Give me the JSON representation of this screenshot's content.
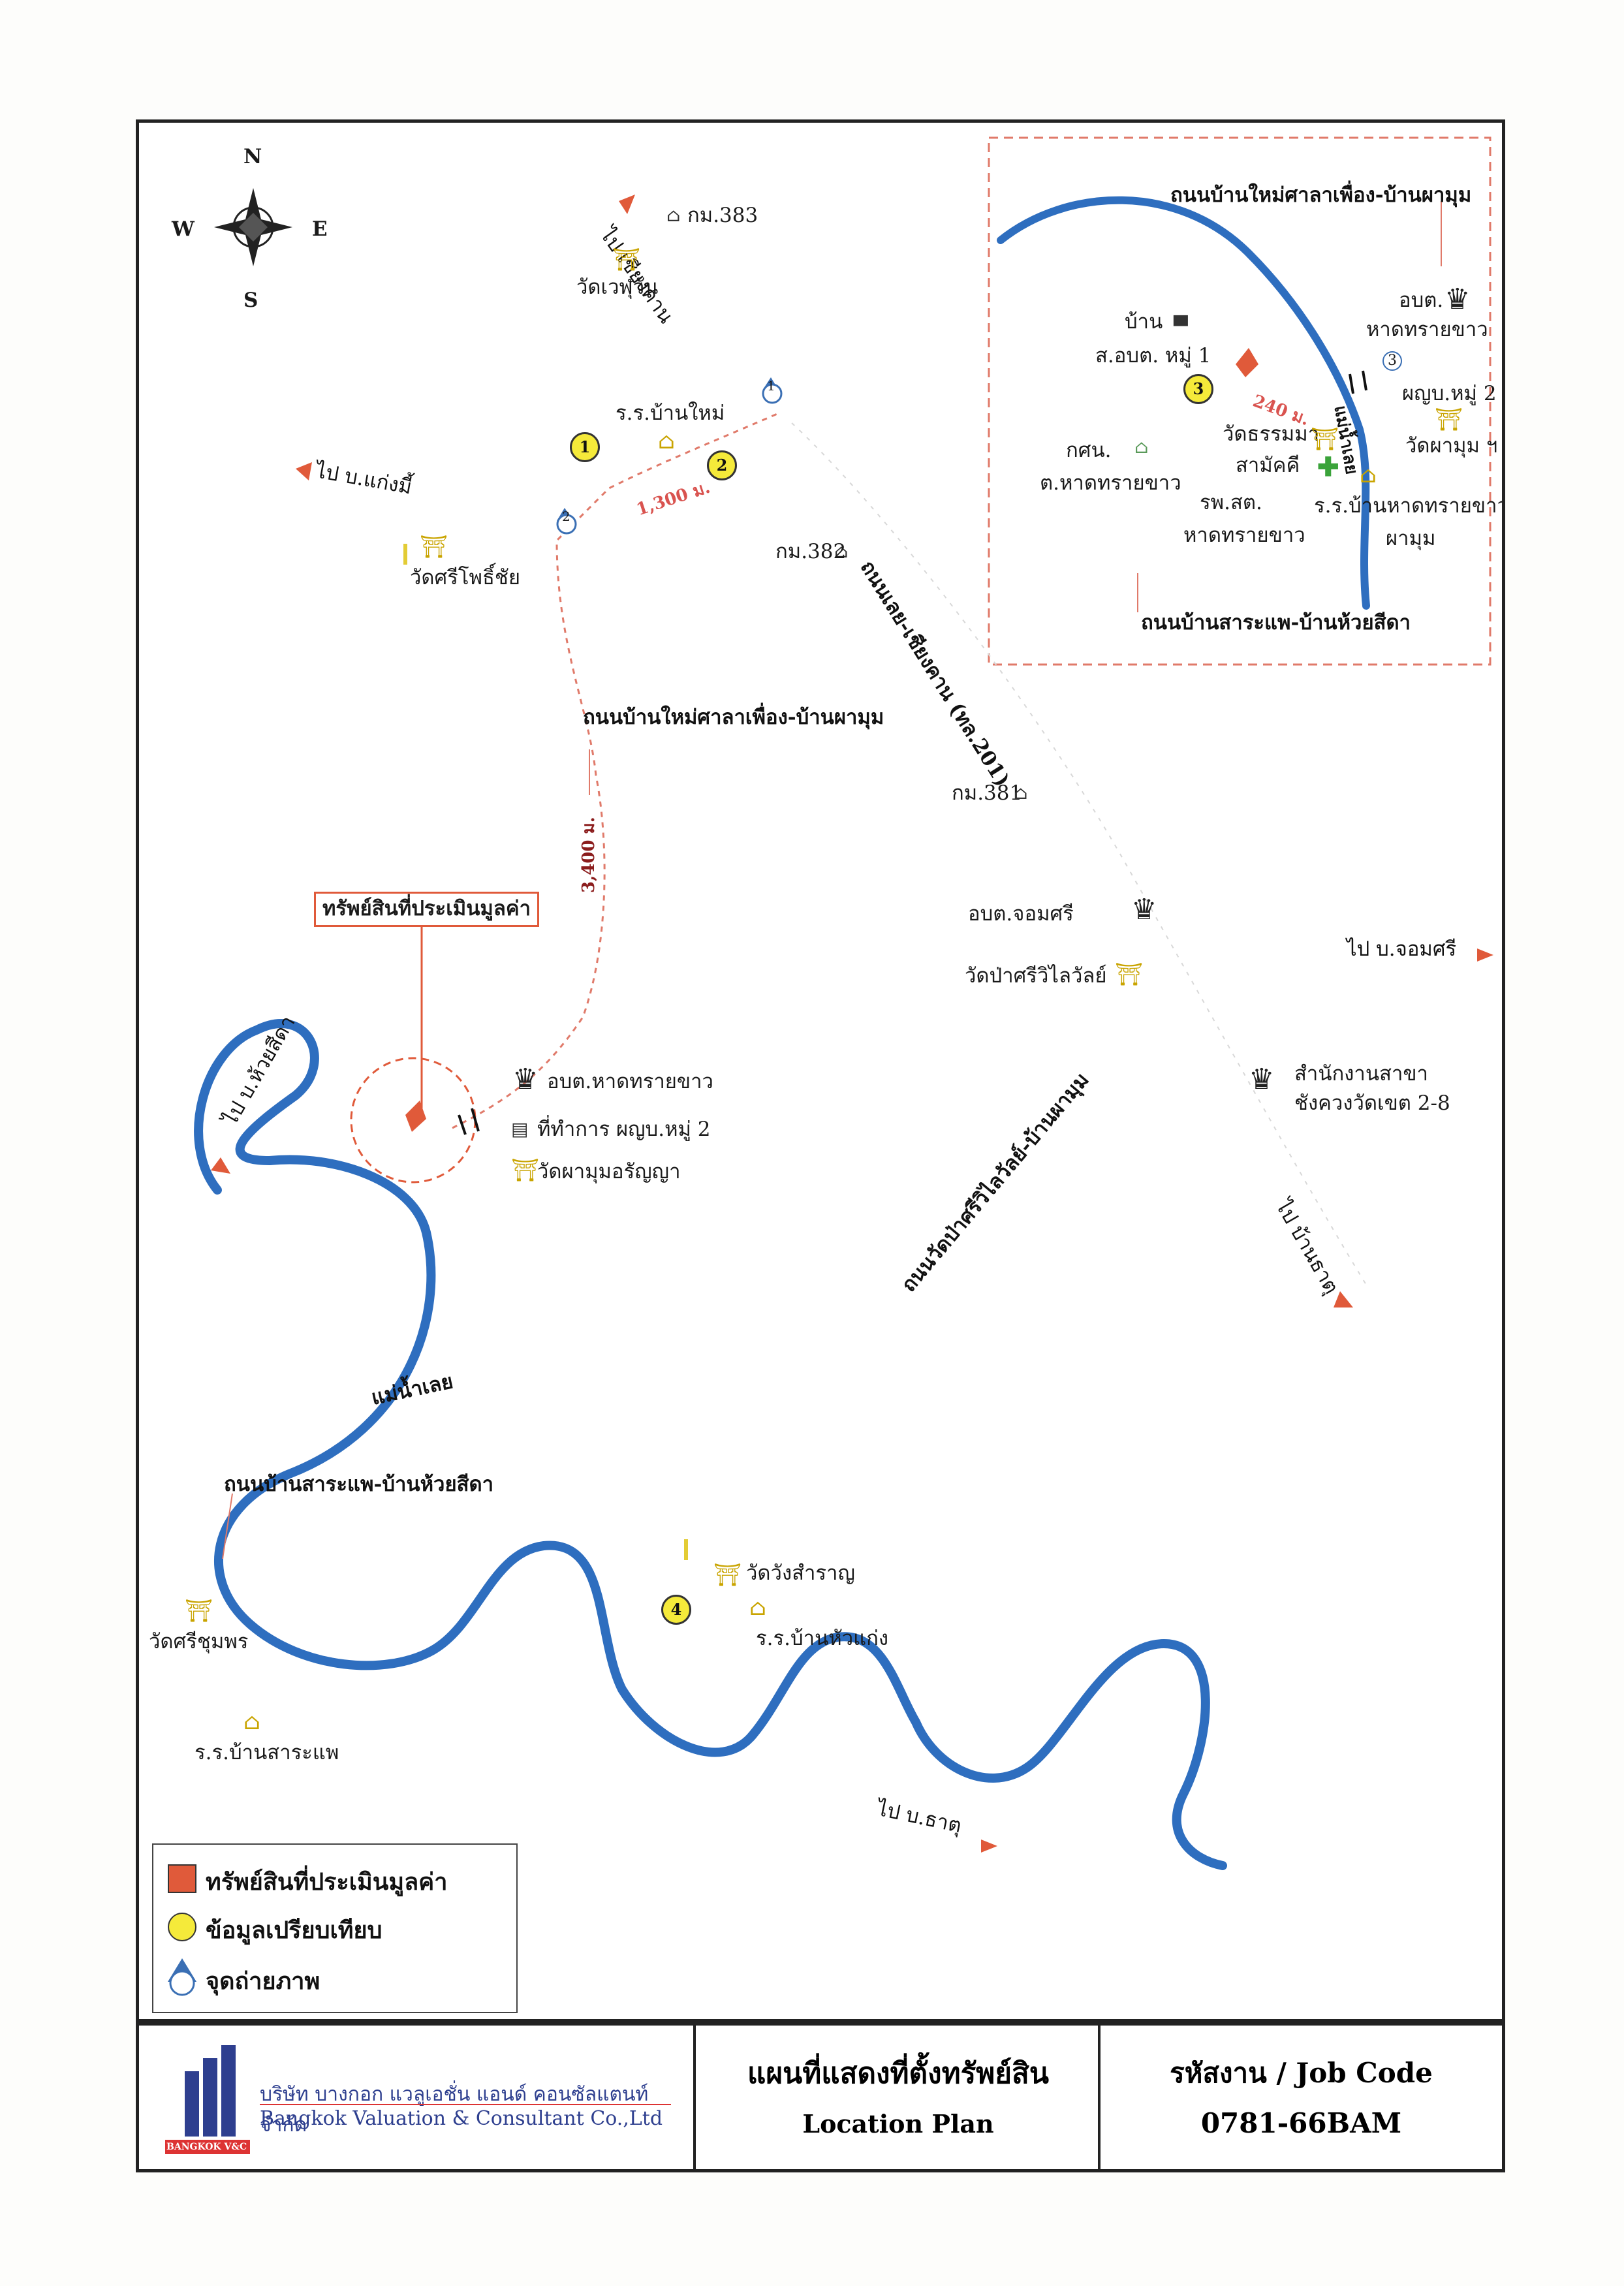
{
  "compass": {
    "n": "N",
    "s": "S",
    "e": "E",
    "w": "W"
  },
  "colors": {
    "river": "#2e6ebf",
    "subject": "#e05a3a",
    "comparable": "#f5ea3a",
    "road_dash": "#e07a6a",
    "photo": "#3a6fb4"
  },
  "map_labels": {
    "km383": "กม.383",
    "km382": "กม.382",
    "km381": "กม.381",
    "to_chiangkhan": "ไป เชียงคาน",
    "wat_waehuwan": "วัดเวฬุวัน",
    "school_banmai": "ร.ร.บ้านใหม่",
    "to_bankaengmi": "ไป บ.แก่งมี้",
    "wat_sriphothichai": "วัดศรีโพธิ์ชัย",
    "road_banmai_phamum": "ถนนบ้านใหม่ศาลาเพื่อง-บ้านผามุม",
    "road_loei_chiangkhan": "ถนนเลย-เชียงคาน (ทล.201)",
    "subject_callout": "ทรัพย์สินที่ประเมินมูลค่า",
    "obt_jomsri": "อบต.จอมศรี",
    "wat_pasriwilai": "วัดป่าศรีวิไลวัลย์",
    "to_jomsri": "ไป บ.จอมศรี",
    "obt_hatsaikhao": "อบต.หาดทรายขาว",
    "office_village2": "ที่ทำการ ผญบ.หมู่ 2",
    "wat_phamum_aranya": "วัดผามุมอรัญญา",
    "to_huaisida": "ไป บ.ห้วยสีดา",
    "branch_office_1": "สำนักงานสาขา",
    "branch_office_2": "ชังควงวัดเขต 2-8",
    "road_wat_pasri_phamum": "ถนนวัดป่าศรีวิไลวัลย์-บ้านผามุม",
    "to_bantat": "ไป บ้านธาตุ",
    "river_loei": "แม่น้ำเลย",
    "road_sarapae_huaisida": "ถนนบ้านสาระแพ-บ้านห้วยสีดา",
    "wat_srichumphon": "วัดศรีชุมพร",
    "wat_wangsamran": "วัดวังสำราญ",
    "school_banhuakaeng": "ร.ร.บ้านหัวแก่ง",
    "school_sarapae": "ร.ร.บ้านสาระแพ",
    "to_bantat_short": "ไป บ.ธาตุ",
    "dist_1300": "1,300 ม.",
    "dist_3400": "3,400 ม.",
    "pt1": "1",
    "pt2": "2",
    "pt4": "4",
    "ph1": "1",
    "ph2": "2"
  },
  "inset": {
    "road_top": "ถนนบ้านใหม่ศาลาเพื่อง-บ้านผามุม",
    "obt": "อบต.",
    "hatsaikhao": "หาดทรายขาว",
    "house_line1": "บ้าน",
    "house_line2": "ส.อบต. หมู่ 1",
    "village_head": "ผญบ.หมู่ 2",
    "wat_phamum": "วัดผามุม ฯ",
    "dist_240": "240 ม.",
    "wat_thammasamakkhi_1": "วัดธรรมมา",
    "wat_thammasamakkhi_2": "สามัคคี",
    "ksn_1": "กศน.",
    "ksn_2": "ต.หาดทรายขาว",
    "hosp_1": "รพ.สต.",
    "hosp_2": "หาดทรายขาว",
    "school_1": "ร.ร.บ้านหาดทรายขาว",
    "school_2": "ผามุม",
    "road_bottom": "ถนนบ้านสาระแพ-บ้านห้วยสีดา",
    "river_tag": "แม่น้ำเลย",
    "pt3": "3",
    "ph3": "3"
  },
  "legend": {
    "subject": "ทรัพย์สินที่ประเมินมูลค่า",
    "comparable": "ข้อมูลเปรียบเทียบ",
    "photo": "จุดถ่ายภาพ"
  },
  "titleblock": {
    "company_th": "บริษัท บางกอก แวลูเอชั่น แอนด์ คอนซัลแตนท์ จำกัด",
    "company_en": "Bangkok Valuation & Consultant Co.,Ltd",
    "logo_text": "BANGKOK V&C",
    "plan_th": "แผนที่แสดงที่ตั้งทรัพย์สิน",
    "plan_en": "Location Plan",
    "job_label": "รหัสงาน / Job Code",
    "job_code": "0781-66BAM"
  }
}
